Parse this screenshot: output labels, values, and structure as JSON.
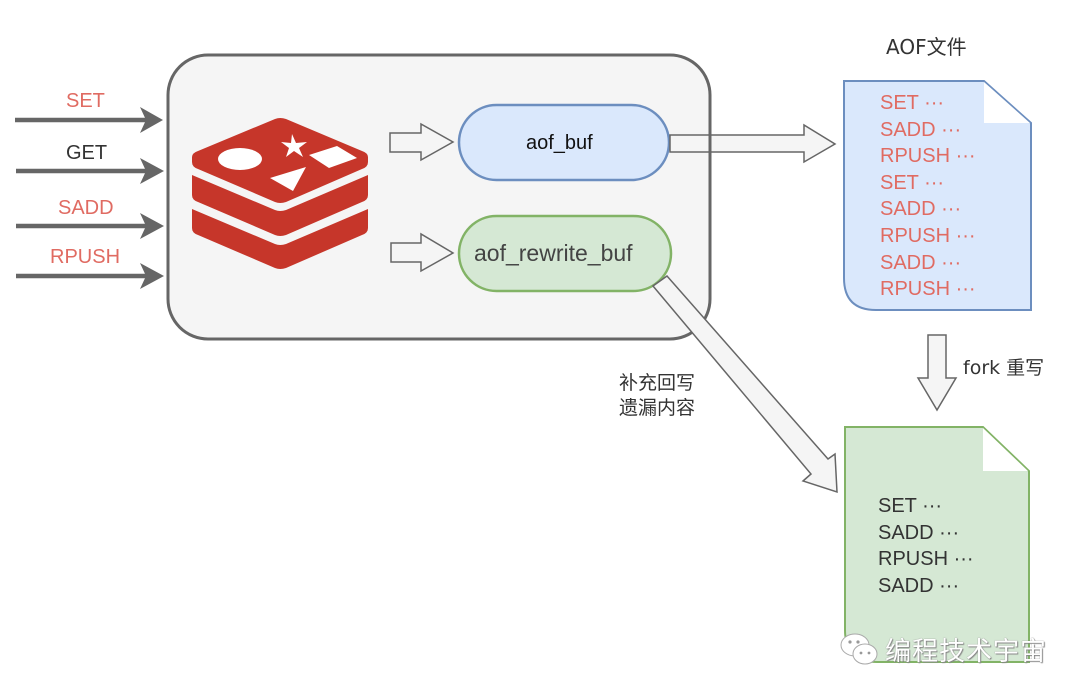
{
  "colors": {
    "red_text": "#e06b62",
    "dark_text": "#333333",
    "redis_red": "#c6362a",
    "container_fill": "#f5f5f5",
    "container_stroke": "#666666",
    "blue_fill": "#dae8fc",
    "blue_stroke": "#6c8ebf",
    "green_fill": "#d5e8d4",
    "green_stroke": "#82b366",
    "arrow_fill": "#f5f5f5",
    "arrow_stroke": "#666666"
  },
  "inputs": [
    {
      "label": "SET",
      "color": "red"
    },
    {
      "label": "GET",
      "color": "dark"
    },
    {
      "label": "SADD",
      "color": "red"
    },
    {
      "label": "RPUSH",
      "color": "red"
    }
  ],
  "server": {
    "logo": "redis-logo-icon",
    "buffers": {
      "aof_buf": "aof_buf",
      "aof_rewrite_buf": "aof_rewrite_buf"
    }
  },
  "aof_file": {
    "title": "AOF文件",
    "lines": [
      "SET ···",
      "SADD ···",
      "RPUSH ···",
      "SET ···",
      "SADD ···",
      "RPUSH ···",
      "SADD ···",
      "RPUSH ···"
    ]
  },
  "fork_label": "fork 重写",
  "supplement_label": [
    "补充回写",
    "遗漏内容"
  ],
  "rewritten_file": {
    "lines": [
      "SET ···",
      "SADD ···",
      "RPUSH ···",
      "SADD ···"
    ]
  },
  "watermark": {
    "icon": "wechat-icon",
    "text": "编程技术宇宙"
  }
}
